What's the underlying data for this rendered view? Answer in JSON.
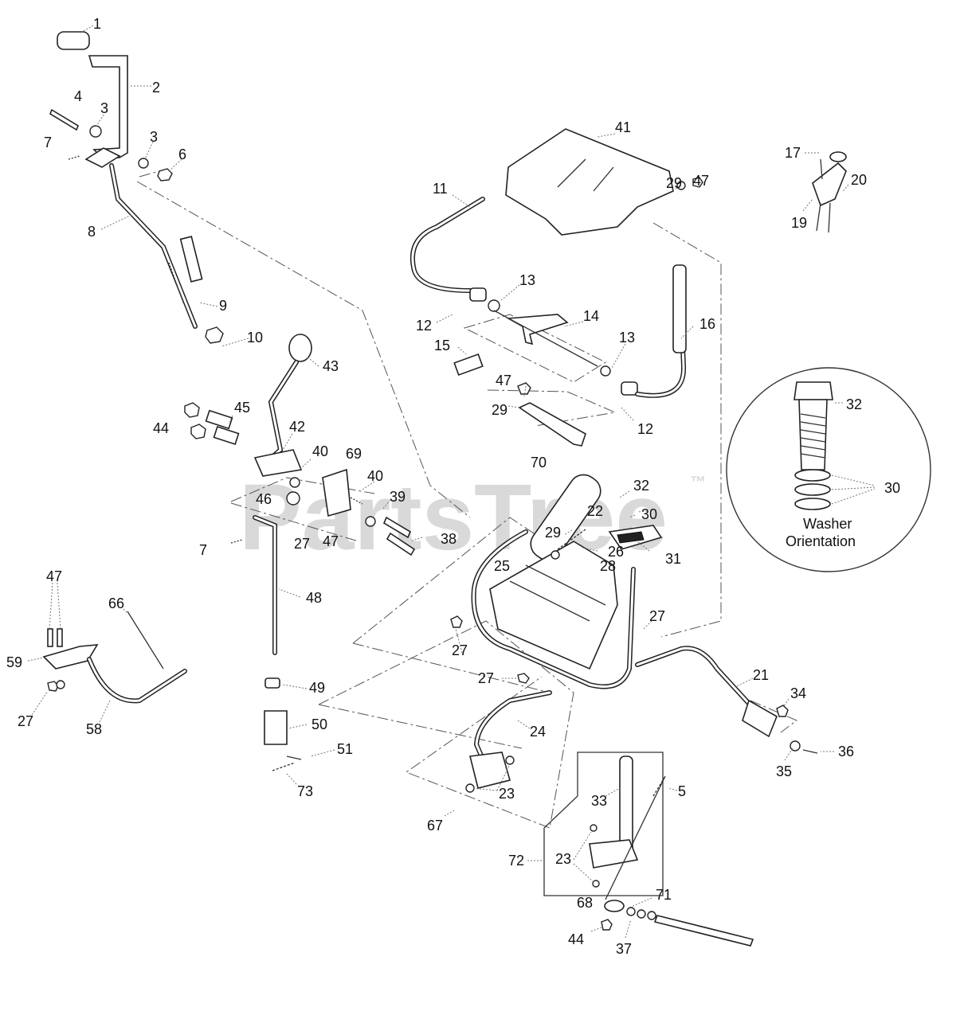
{
  "watermark": {
    "text": "PartsTree",
    "mark": "™"
  },
  "inset": {
    "caption_line1": "Washer",
    "caption_line2": "Orientation"
  },
  "callouts": {
    "c1": "1",
    "c2": "2",
    "c3a": "3",
    "c3b": "3",
    "c4": "4",
    "c6": "6",
    "c7a": "7",
    "c8": "8",
    "c9": "9",
    "c10": "10",
    "c11": "11",
    "c12a": "12",
    "c12b": "12",
    "c13a": "13",
    "c13b": "13",
    "c14": "14",
    "c15": "15",
    "c16": "16",
    "c17": "17",
    "c19": "19",
    "c20": "20",
    "c41": "41",
    "c29a": "29",
    "c47a": "47",
    "c47b": "47",
    "c29b": "29",
    "c70": "70",
    "c43": "43",
    "c45": "45",
    "c44a": "44",
    "c42": "42",
    "c40a": "40",
    "c69": "69",
    "c40b": "40",
    "c46": "46",
    "c39": "39",
    "c27a": "27",
    "c47c": "47",
    "c38": "38",
    "c7b": "7",
    "c32a": "32",
    "c22": "22",
    "c30a": "30",
    "c29c": "29",
    "c26": "26",
    "c31": "31",
    "c25": "25",
    "c28": "28",
    "c32b": "32",
    "c30b": "30",
    "c48": "48",
    "c47d": "47",
    "c66": "66",
    "c59": "59",
    "c27b": "27",
    "c58": "58",
    "c27c": "27",
    "c27d": "27",
    "c27e": "27",
    "c21": "21",
    "c34": "34",
    "c49": "49",
    "c50": "50",
    "c24": "24",
    "c51": "51",
    "c73": "73",
    "c23a": "23",
    "c35": "35",
    "c36": "36",
    "c5": "5",
    "c33": "33",
    "c67": "67",
    "c72": "72",
    "c23b": "23",
    "c68": "68",
    "c71": "71",
    "c44b": "44",
    "c37": "37"
  }
}
